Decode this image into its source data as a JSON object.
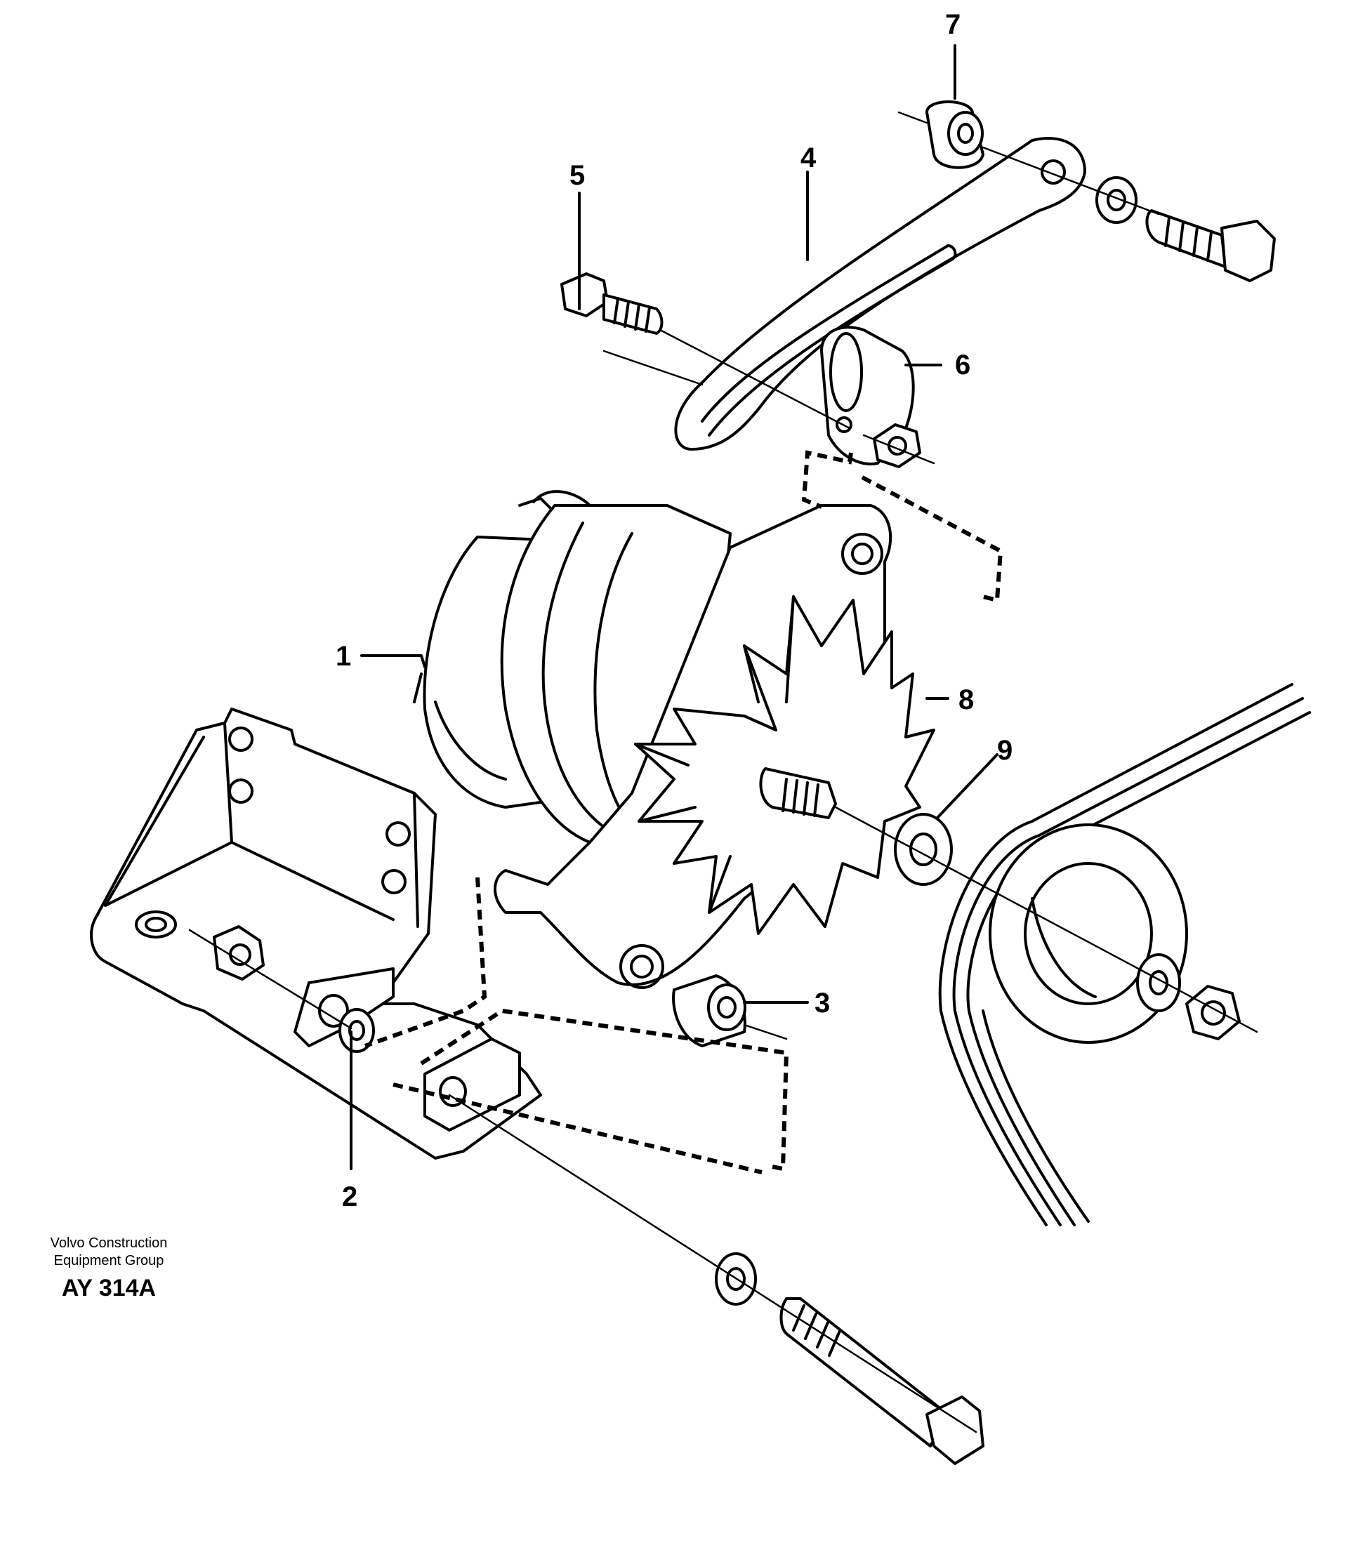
{
  "callouts": {
    "c1": "1",
    "c2": "2",
    "c3": "3",
    "c4": "4",
    "c5": "5",
    "c6": "6",
    "c7": "7",
    "c8": "8",
    "c9": "9"
  },
  "caption": {
    "line1": "Volvo Construction",
    "line2": "Equipment Group",
    "code": "AY 314A"
  }
}
